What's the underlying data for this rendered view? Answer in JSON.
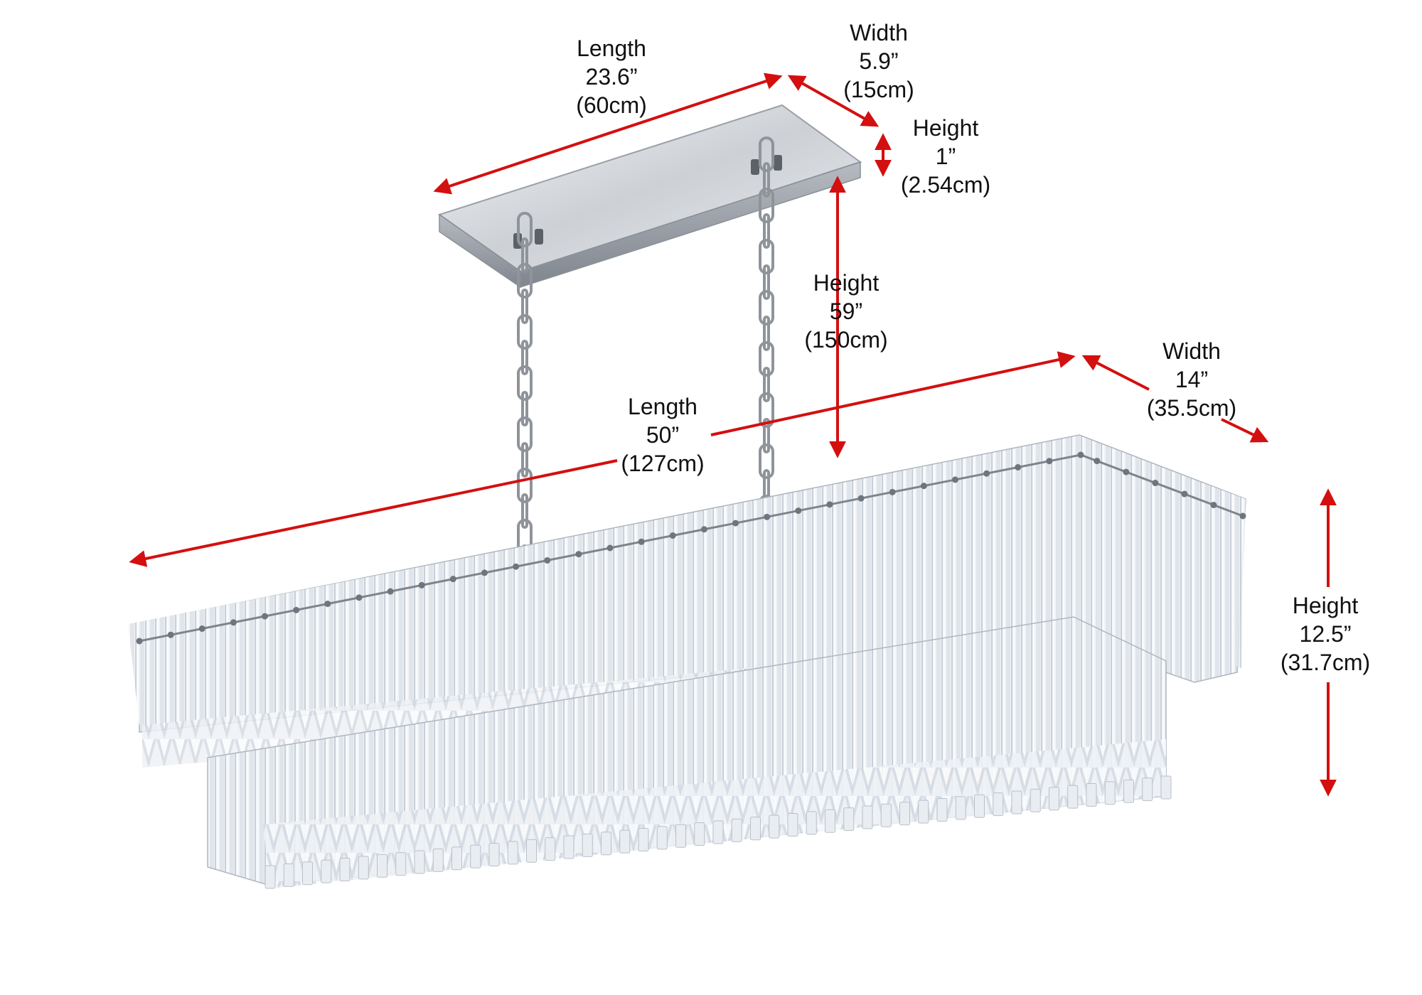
{
  "colors": {
    "arrow": "#d40f0f",
    "chrome": "#c9ccd1",
    "chrome_dark": "#8f949b",
    "crystal": "#e9edf2",
    "crystal_edge": "#b9c0c9",
    "text": "#111111"
  },
  "icons": {
    "ceiling_plate": "ceiling-canopy-plate",
    "chain": "suspension-chain",
    "chandelier": "crystal-chandelier-body"
  },
  "dimensions": {
    "canopy_length": {
      "name": "Length",
      "imperial": "23.6”",
      "metric": "(60cm)"
    },
    "canopy_width": {
      "name": "Width",
      "imperial": "5.9”",
      "metric": "(15cm)"
    },
    "canopy_height": {
      "name": "Height",
      "imperial": "1”",
      "metric": "(2.54cm)"
    },
    "hanging_height": {
      "name": "Height",
      "imperial": "59”",
      "metric": "(150cm)"
    },
    "body_length": {
      "name": "Length",
      "imperial": "50”",
      "metric": "(127cm)"
    },
    "body_width": {
      "name": "Width",
      "imperial": "14”",
      "metric": "(35.5cm)"
    },
    "body_height": {
      "name": "Height",
      "imperial": "12.5”",
      "metric": "(31.7cm)"
    }
  }
}
